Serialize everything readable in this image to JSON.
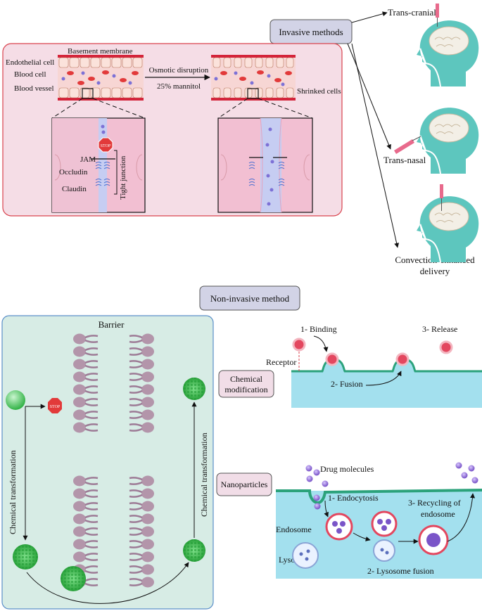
{
  "invasive": {
    "title": "Invasive methods",
    "routes": [
      "Trans-cranial",
      "Trans-nasal",
      "Convection-enhanced",
      "delivery"
    ],
    "panel": {
      "labels": [
        "Endothelial cell",
        "Blood cell",
        "Blood vessel",
        "Basement membrane"
      ],
      "osmotic": "Osmotic disruption",
      "mannitol": "25% mannitol",
      "shrinked": "Shrinked cells",
      "stop": "STOP",
      "jam": "JAM",
      "occludin": "Occludin",
      "claudin": "Claudin",
      "tight_junction": "Tight junction"
    }
  },
  "noninvasive": {
    "title": "Non-invasive method",
    "barrier": "Barrier",
    "chem_transform": "Chemical transformation",
    "stop": "STOP",
    "chem_mod": [
      "Chemical",
      "modification"
    ],
    "receptor": "Receptor",
    "steps_chem": [
      "1- Binding",
      "2- Fusion",
      "3- Release"
    ],
    "nanoparticles": "Nanoparticles",
    "drug_molecules": "Drug molecules",
    "endocytosis": "1- Endocytosis",
    "endosome": "Endosome",
    "lysosome": "Lysosome",
    "recycling": [
      "3- Recycling of",
      "endosome"
    ],
    "lysosome_fusion": "2- Lysosome fusion"
  },
  "colors": {
    "panel_pink": "#f5dde6",
    "panel_red_border": "#d9434e",
    "panel_teal": "#d7ece5",
    "panel_blue_border": "#5b8fc9",
    "button_lavender": "#d2d3e6",
    "head_teal": "#5dc6be",
    "tissue_blue": "#a3e0ee"
  }
}
